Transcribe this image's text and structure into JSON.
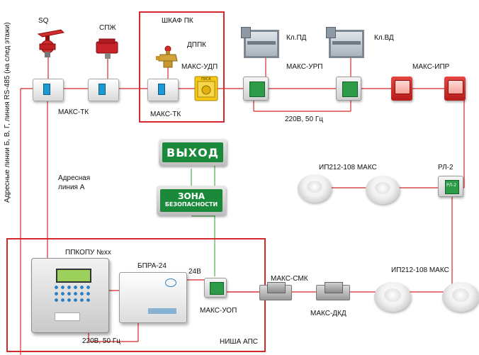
{
  "labels": {
    "sq": "SQ",
    "spzh": "СПЖ",
    "shkaf": "ШКАФ ПК",
    "dppk": "ДППК",
    "maks_udp": "МАКС-УДП",
    "maks_tk_1": "МАКС-ТК",
    "maks_tk_2": "МАКС-ТК",
    "kl_pd": "Кл.ПД",
    "kl_vd": "Кл.ВД",
    "maks_urp": "МАКС-УРП",
    "maks_ipr": "МАКС-ИПР",
    "power_urp": "220В, 50 Гц",
    "ip_top": "ИП212-108 МАКС",
    "rl2": "РЛ-2",
    "addr_line_a_1": "Адресная",
    "addr_line_a_2": "линия А",
    "vertical_lines": "Адресные  линии Б, В, Г, линия RS-485 (на след этажи)",
    "ppkop": "ППКОПУ №хх",
    "bpra": "БПРА-24",
    "v24": "24В",
    "maks_uop": "МАКС-УОП",
    "maks_smk": "МАКС-СМК",
    "maks_dkd": "МАКС-ДКД",
    "ip_bottom": "ИП212-108 МАКС",
    "power_ppk": "220В, 50 Гц",
    "nisha": "НИША АПС"
  },
  "signs": {
    "exit": "ВЫХОД",
    "zone_line1": "ЗОНА",
    "zone_line2": "БЕЗОПАСНОСТИ"
  },
  "device_marks": {
    "udp_text": "ПУСК",
    "rl2_text": "РЛ-2"
  },
  "colors": {
    "line_red": "#d6282f",
    "line_green": "#4cae4c",
    "sign_green": "#1a8a3a"
  }
}
